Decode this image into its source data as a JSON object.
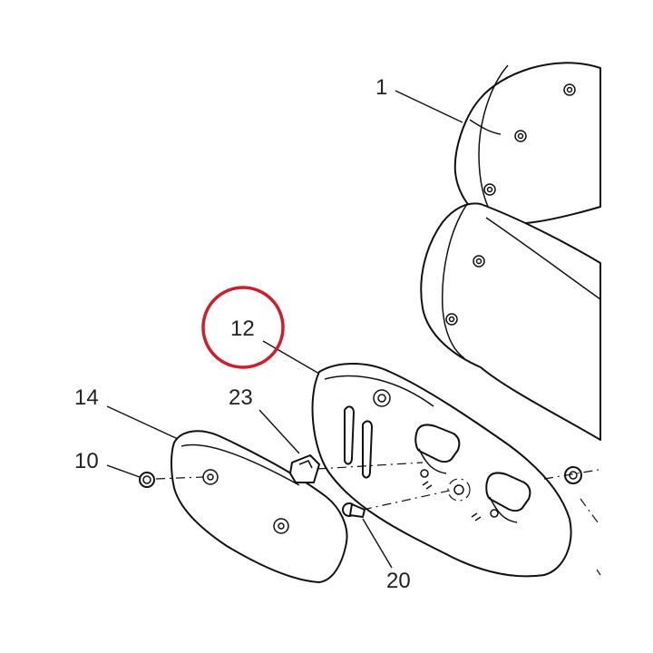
{
  "callouts": [
    {
      "id": "1",
      "text": "1"
    },
    {
      "id": "12",
      "text": "12"
    },
    {
      "id": "14",
      "text": "14"
    },
    {
      "id": "23",
      "text": "23"
    },
    {
      "id": "10",
      "text": "10"
    },
    {
      "id": "20",
      "text": "20"
    }
  ],
  "highlight": {
    "target": "12",
    "color": "#cc1f2d"
  }
}
